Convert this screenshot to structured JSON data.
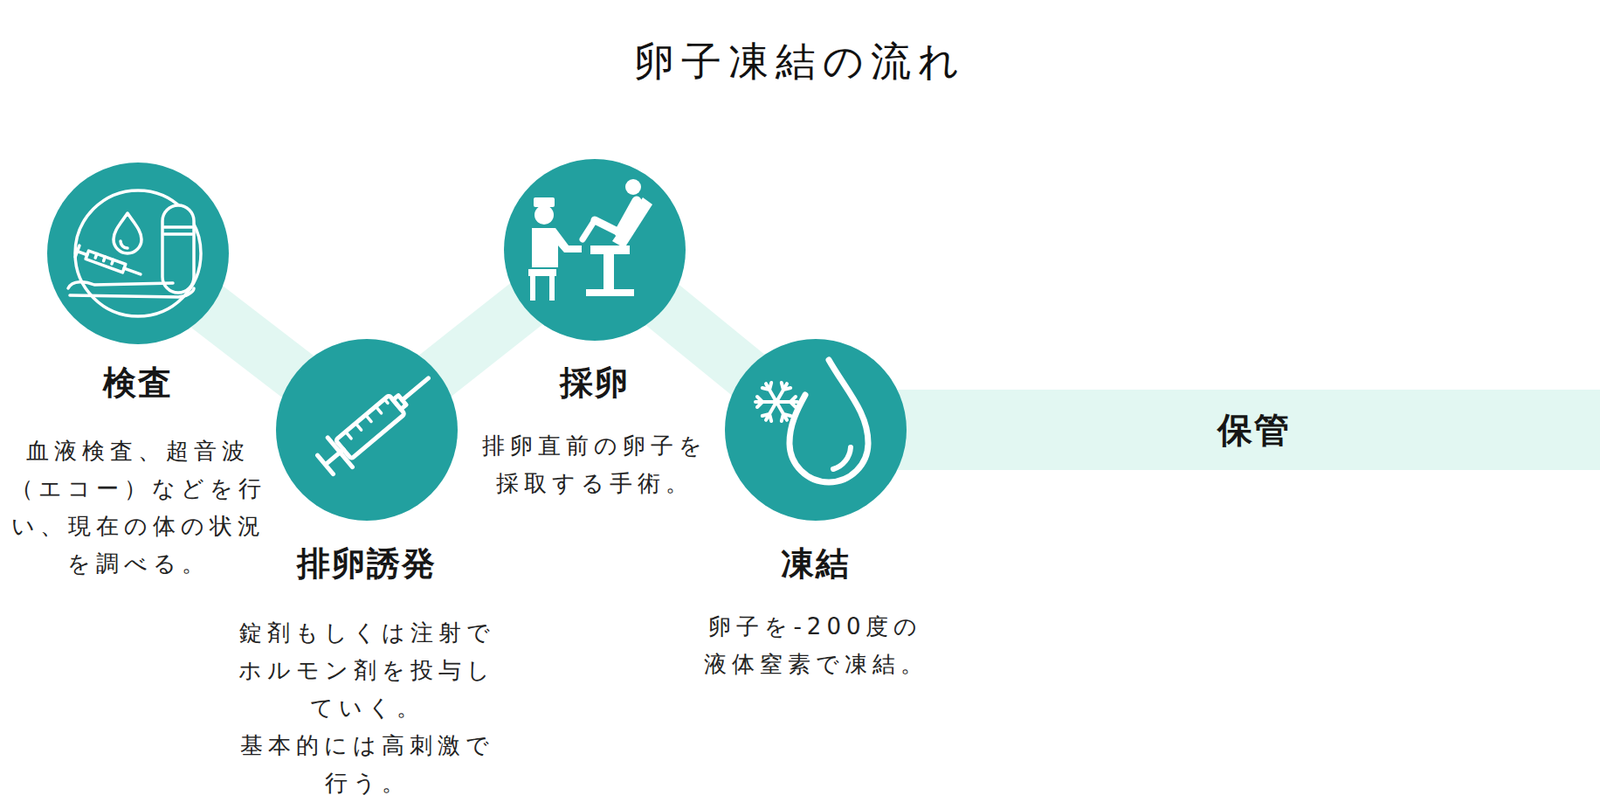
{
  "diagram": {
    "title": "卵子凍結の流れ",
    "nodes": [
      {
        "text": [
          "検査",
          "血液検査、超音波 （エコー）などを行 い、現在の体の状況 を調べる。"
        ]
      },
      {
        "text": [
          "排卵誘発",
          "錠剤もしくは注射で ホルモン剤を投与し ていく。 基本的には高刺激で 行う。"
        ]
      },
      {
        "text": [
          "採卵",
          "排卵直前の卵子を 採取する手術。"
        ]
      },
      {
        "text": [
          "凍結",
          "卵子を-200度の 液体窒素で凍結。"
        ]
      },
      {
        "text": [
          "保管"
        ]
      }
    ],
    "edges": [
      {
        "from": 0,
        "to": 1,
        "arrow": "none"
      },
      {
        "from": 1,
        "to": 2,
        "arrow": "none"
      },
      {
        "from": 2,
        "to": 3,
        "arrow": "none"
      },
      {
        "from": 3,
        "to": 4,
        "arrow": "none"
      }
    ]
  }
}
